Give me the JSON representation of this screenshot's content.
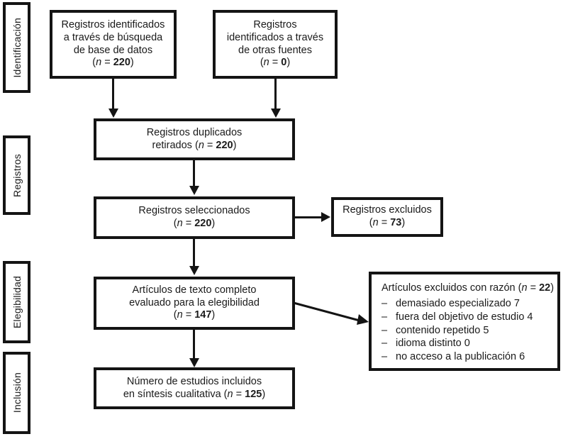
{
  "diagram": {
    "type": "prisma-flow-diagram",
    "language": "es",
    "stages": [
      {
        "id": "identificacion",
        "label": "Identificación"
      },
      {
        "id": "registros",
        "label": "Registros"
      },
      {
        "id": "elegibilidad",
        "label": "Elegibilidad"
      },
      {
        "id": "inclusion",
        "label": "Inclusión"
      }
    ],
    "nodes": {
      "db_search": {
        "lines": [
          "Registros identificados",
          "a través de búsqueda",
          "de base de datos"
        ],
        "count_prefix": "(",
        "count_var": "n",
        "count_eq": " = ",
        "count_value": "220",
        "count_suffix": ")"
      },
      "other_sources": {
        "lines": [
          "Registros",
          "identificados a través",
          "de otras fuentes"
        ],
        "count_prefix": "(",
        "count_var": "n",
        "count_eq": " = ",
        "count_value": "0",
        "count_suffix": ")"
      },
      "duplicates_removed": {
        "lines": [
          "Registros duplicados"
        ],
        "inline_line": "retirados  ",
        "count_prefix": "(",
        "count_var": "n",
        "count_eq": " = ",
        "count_value": "220",
        "count_suffix": ")"
      },
      "screened": {
        "lines": [
          "Registros seleccionados"
        ],
        "count_prefix": "(",
        "count_var": "n",
        "count_eq": " = ",
        "count_value": "220",
        "count_suffix": ")"
      },
      "records_excluded": {
        "lines": [
          "Registros excluidos"
        ],
        "count_prefix": "(",
        "count_var": "n",
        "count_eq": " = ",
        "count_value": "73",
        "count_suffix": ")"
      },
      "full_text_assessed": {
        "lines": [
          "Artículos de texto completo",
          "evaluado para la elegibilidad"
        ],
        "count_prefix": "(",
        "count_var": "n",
        "count_eq": " = ",
        "count_value": "147",
        "count_suffix": ")"
      },
      "excluded_with_reason": {
        "head_text": "Artículos excluidos con razón ",
        "count_prefix": "(",
        "count_var": "n",
        "count_eq": " = ",
        "count_value": "22",
        "count_suffix": ")",
        "dash": "–",
        "reasons": [
          "demasiado especializado 7",
          "fuera del objetivo de estudio 4",
          "contenido repetido 5",
          "idioma distinto 0",
          "no acceso a la publicación 6"
        ]
      },
      "included_qualitative": {
        "lines": [
          "Número de estudios incluidos"
        ],
        "inline_line": "en síntesis cualitativa ",
        "count_prefix": "(",
        "count_var": "n",
        "count_eq": " = ",
        "count_value": "125",
        "count_suffix": ")"
      }
    },
    "colors": {
      "stroke": "#141414",
      "background": "#ffffff",
      "text": "#1a1a1a"
    }
  }
}
